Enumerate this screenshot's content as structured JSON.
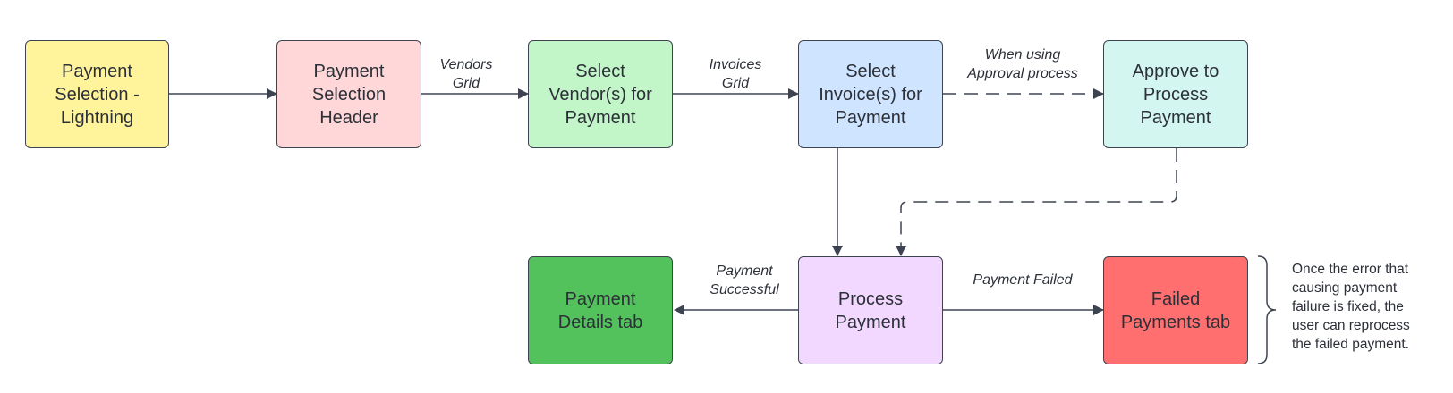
{
  "nodes": {
    "payment_selection_lightning": {
      "label": "Payment\nSelection -\nLightning",
      "fill": "#fff49c"
    },
    "payment_selection_header": {
      "label": "Payment\nSelection\nHeader",
      "fill": "#ffd7d9"
    },
    "select_vendors": {
      "label": "Select\nVendor(s) for\nPayment",
      "fill": "#c2f5c7"
    },
    "select_invoices": {
      "label": "Select\nInvoice(s) for\nPayment",
      "fill": "#cfe4ff"
    },
    "approve_to_process": {
      "label": "Approve to\nProcess\nPayment",
      "fill": "#d3f7f0"
    },
    "process_payment": {
      "label": "Process\nPayment",
      "fill": "#f2d8fe"
    },
    "payment_details_tab": {
      "label": "Payment\nDetails tab",
      "fill": "#53c25c"
    },
    "failed_payments_tab": {
      "label": "Failed\nPayments tab",
      "fill": "#ff6f6f"
    }
  },
  "edge_labels": {
    "vendors_grid": "Vendors\nGrid",
    "invoices_grid": "Invoices\nGrid",
    "when_using_approval": "When using\nApproval process",
    "payment_successful": "Payment\nSuccessful",
    "payment_failed": "Payment Failed"
  },
  "note": "Once the error that\ncausing payment\nfailure is fixed, the\nuser can reprocess\nthe failed payment.",
  "colors": {
    "stroke": "#3d4350",
    "text": "#2c3038"
  }
}
